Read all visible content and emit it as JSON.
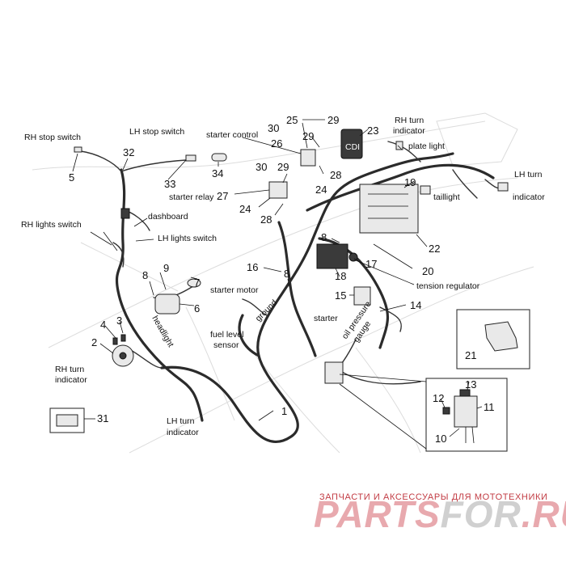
{
  "labels": {
    "rh_stop_switch": "RH stop switch",
    "lh_stop_switch": "LH stop switch",
    "starter_control": "starter control",
    "rh_turn_indicator_top": "RH turn indicator",
    "plate_light": "plate light",
    "lh_turn_indicator_right": "LH turn indicator",
    "taillight": "taillight",
    "dashboard": "dashboard",
    "rh_lights_switch": "RH lights switch",
    "lh_lights_switch": "LH lights switch",
    "starter_relay": "starter relay",
    "starter_motor": "starter motor",
    "ground": "ground",
    "headlight": "headlight",
    "fuel_level_sensor": "fuel level sensor",
    "starter": "starter",
    "oil_pressure_gauge": "oil pressure gauge",
    "tension_regulator": "tension regulator",
    "rh_turn_indicator_left": "RH turn indicator",
    "lh_turn_indicator_bottom": "LH turn indicator",
    "cdi": "CDI"
  },
  "part_numbers": {
    "p1": "1",
    "p2": "2",
    "p3": "3",
    "p4": "4",
    "p5": "5",
    "p6": "6",
    "p7": "7",
    "p8a": "8",
    "p8b": "8",
    "p8c": "8",
    "p9": "9",
    "p10": "10",
    "p11": "11",
    "p12": "12",
    "p13": "13",
    "p14": "14",
    "p15": "15",
    "p16": "16",
    "p17": "17",
    "p18": "18",
    "p19": "19",
    "p20": "20",
    "p21": "21",
    "p22": "22",
    "p23": "23",
    "p24a": "24",
    "p24b": "24",
    "p25": "25",
    "p26": "26",
    "p27": "27",
    "p28a": "28",
    "p28b": "28",
    "p29a": "29",
    "p29b": "29",
    "p29c": "29",
    "p30a": "30",
    "p30b": "30",
    "p31": "31",
    "p32": "32",
    "p33": "33",
    "p34": "34"
  },
  "watermark": {
    "tagline": "ЗАПЧАСТИ И АКСЕССУАРЫ ДЛЯ МОТОТЕХНИКИ",
    "brand_part1": "PARTS",
    "brand_part2": "FOR",
    "brand_part3": ".RU",
    "color_main": "#e8a9ae",
    "color_accent": "#d0d0d0"
  }
}
